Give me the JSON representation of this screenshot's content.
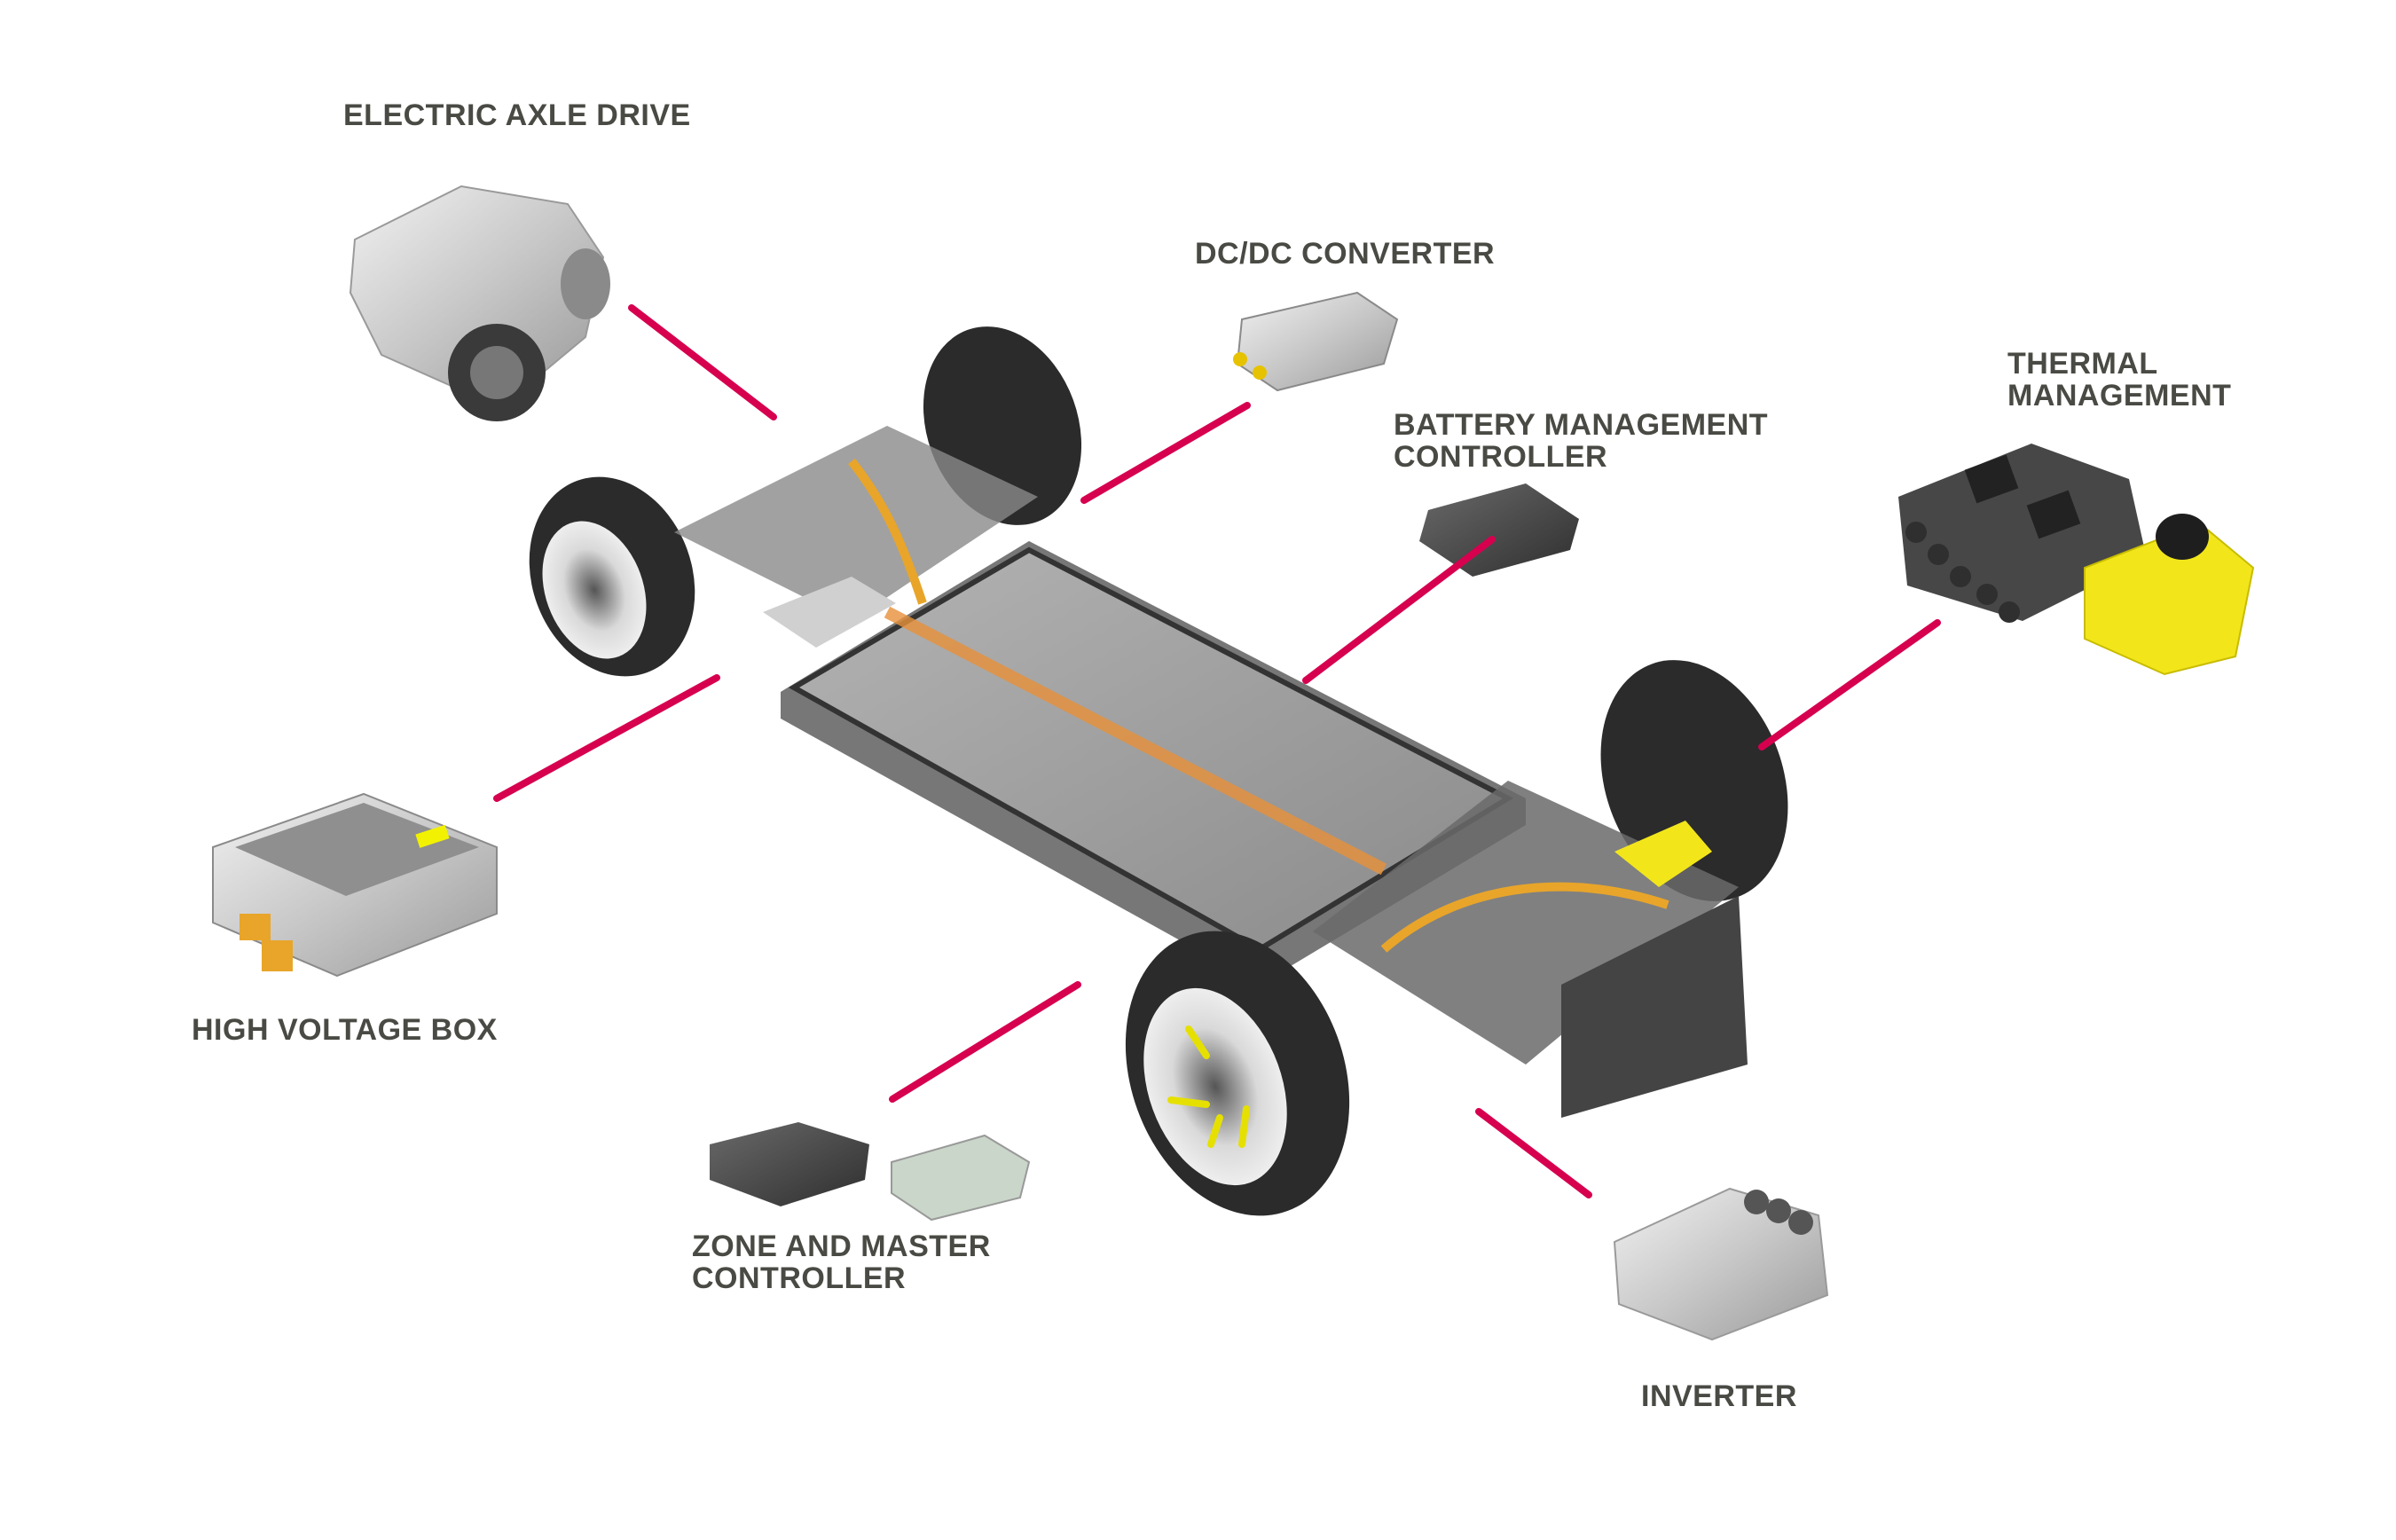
{
  "diagram": {
    "subject": "Electric vehicle skateboard platform with highlighted components",
    "accent_color": "#d6004f",
    "label_color": "#4a4a45",
    "components": [
      {
        "id": "electric-axle-drive",
        "lines": [
          "ELECTRIC AXLE DRIVE"
        ]
      },
      {
        "id": "dc-dc-converter",
        "lines": [
          "DC/DC CONVERTER"
        ]
      },
      {
        "id": "battery-management-controller",
        "lines": [
          "BATTERY MANAGEMENT",
          "CONTROLLER"
        ]
      },
      {
        "id": "thermal-management",
        "lines": [
          "THERMAL",
          "MANAGEMENT"
        ]
      },
      {
        "id": "high-voltage-box",
        "lines": [
          "HIGH VOLTAGE BOX"
        ]
      },
      {
        "id": "zone-and-master-controller",
        "lines": [
          "ZONE AND MASTER",
          "CONTROLLER"
        ]
      },
      {
        "id": "inverter",
        "lines": [
          "INVERTER"
        ]
      }
    ]
  }
}
